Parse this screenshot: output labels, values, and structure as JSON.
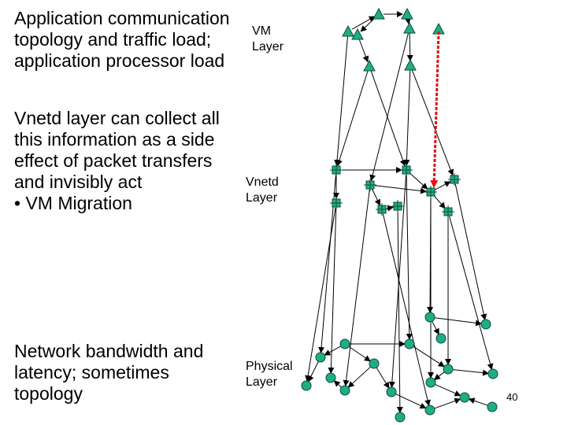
{
  "slide": {
    "block1": "Application communication\ntopology and traffic load;\napplication processor load",
    "block2_lines": [
      "Vnetd layer can collect all",
      "this information as a side",
      "effect of packet transfers",
      "and invisibly act",
      "• VM Migration"
    ],
    "block3": "Network bandwidth and\nlatency; sometimes\ntopology",
    "layer_vm": "VM\nLayer",
    "layer_vnetd": "Vnetd\nLayer",
    "layer_physical": "Physical\nLayer",
    "page_number": "40"
  },
  "colors": {
    "node_fill": "#1fad85",
    "node_stroke": "#0c4a3a",
    "edge": "#000000",
    "migration_arrow": "#e01010"
  },
  "diagram": {
    "vm_nodes": [
      "vm1",
      "vm2",
      "vm3",
      "vm4",
      "vm5",
      "vm6",
      "vm7",
      "vm8"
    ],
    "vnetd_nodes": [
      "vn1",
      "vn2",
      "vn3",
      "vn4",
      "vn5",
      "vn6",
      "vn7",
      "vn8",
      "vn9"
    ],
    "physical_nodes": [
      "p1",
      "p2",
      "p3",
      "p4",
      "p5",
      "p6",
      "p7",
      "p8",
      "p9",
      "p10",
      "p11",
      "p12",
      "p13",
      "p14",
      "p15",
      "p16",
      "p17",
      "p18"
    ],
    "migration": {
      "from": "vm8",
      "to": "vn7"
    }
  }
}
